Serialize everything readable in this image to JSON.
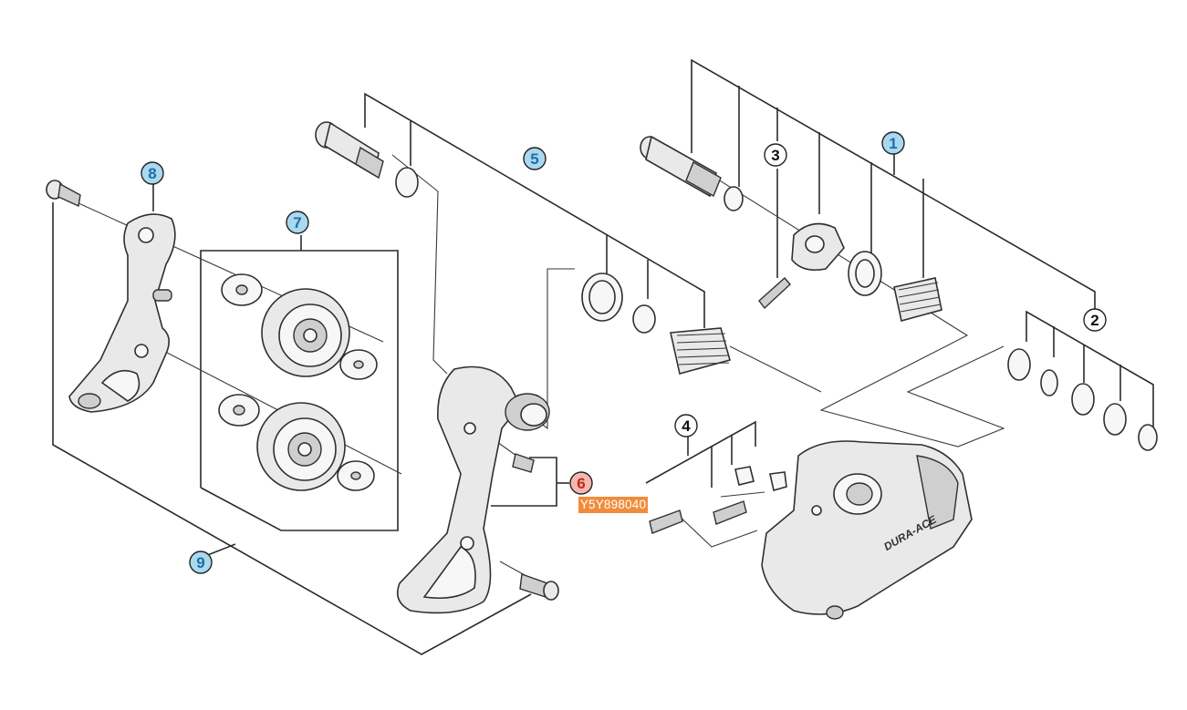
{
  "diagram": {
    "callouts": [
      {
        "id": "1",
        "label": "1",
        "style": "blue"
      },
      {
        "id": "2",
        "label": "2",
        "style": "plain"
      },
      {
        "id": "3",
        "label": "3",
        "style": "plain"
      },
      {
        "id": "4",
        "label": "4",
        "style": "plain"
      },
      {
        "id": "5",
        "label": "5",
        "style": "blue"
      },
      {
        "id": "6",
        "label": "6",
        "style": "red"
      },
      {
        "id": "7",
        "label": "7",
        "style": "blue"
      },
      {
        "id": "8",
        "label": "8",
        "style": "blue"
      },
      {
        "id": "9",
        "label": "9",
        "style": "blue"
      }
    ],
    "part_code": "Y5Y898040",
    "brand_mark": "DURA-ACE",
    "colors": {
      "blue_fill": "#a9d8ef",
      "blue_text": "#1d6fa8",
      "red_fill": "#f4b8b0",
      "red_text": "#c0281c",
      "plain_fill": "#ffffff",
      "plain_text": "#111111",
      "code_bg": "#f08c3c"
    }
  }
}
